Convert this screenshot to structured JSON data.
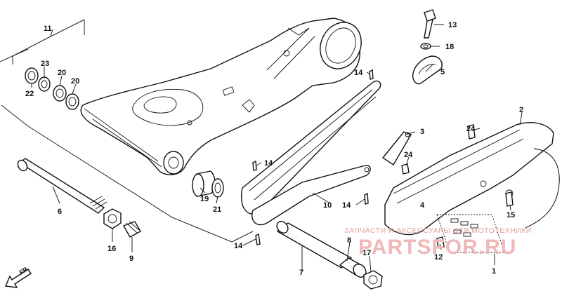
{
  "diagram": {
    "callouts": [
      {
        "id": "c1",
        "text": "1"
      },
      {
        "id": "c2",
        "text": "2"
      },
      {
        "id": "c3",
        "text": "3"
      },
      {
        "id": "c4",
        "text": "4"
      },
      {
        "id": "c5",
        "text": "5"
      },
      {
        "id": "c6",
        "text": "6"
      },
      {
        "id": "c7",
        "text": "7"
      },
      {
        "id": "c8",
        "text": "8"
      },
      {
        "id": "c9",
        "text": "9"
      },
      {
        "id": "c10",
        "text": "10"
      },
      {
        "id": "c11",
        "text": "11"
      },
      {
        "id": "c12",
        "text": "12"
      },
      {
        "id": "c13",
        "text": "13"
      },
      {
        "id": "c14a",
        "text": "14"
      },
      {
        "id": "c14b",
        "text": "14"
      },
      {
        "id": "c14c",
        "text": "14"
      },
      {
        "id": "c14d",
        "text": "14"
      },
      {
        "id": "c15",
        "text": "15"
      },
      {
        "id": "c16",
        "text": "16"
      },
      {
        "id": "c17",
        "text": "17"
      },
      {
        "id": "c18",
        "text": "18"
      },
      {
        "id": "c19",
        "text": "19"
      },
      {
        "id": "c20a",
        "text": "20"
      },
      {
        "id": "c20b",
        "text": "20"
      },
      {
        "id": "c21",
        "text": "21"
      },
      {
        "id": "c22",
        "text": "22"
      },
      {
        "id": "c23",
        "text": "23"
      },
      {
        "id": "c24a",
        "text": "24"
      },
      {
        "id": "c24b",
        "text": "24"
      }
    ],
    "direction_label": "FR.",
    "watermark_top": "ЗАПЧАСТИ И АКСЕССУАРЫ ДЛЯ МОТОТЕХНИКИ",
    "watermark_brand": "PARTSFOR.RU"
  },
  "colors": {
    "line": "#111111",
    "watermark": "#f0b8b8"
  }
}
